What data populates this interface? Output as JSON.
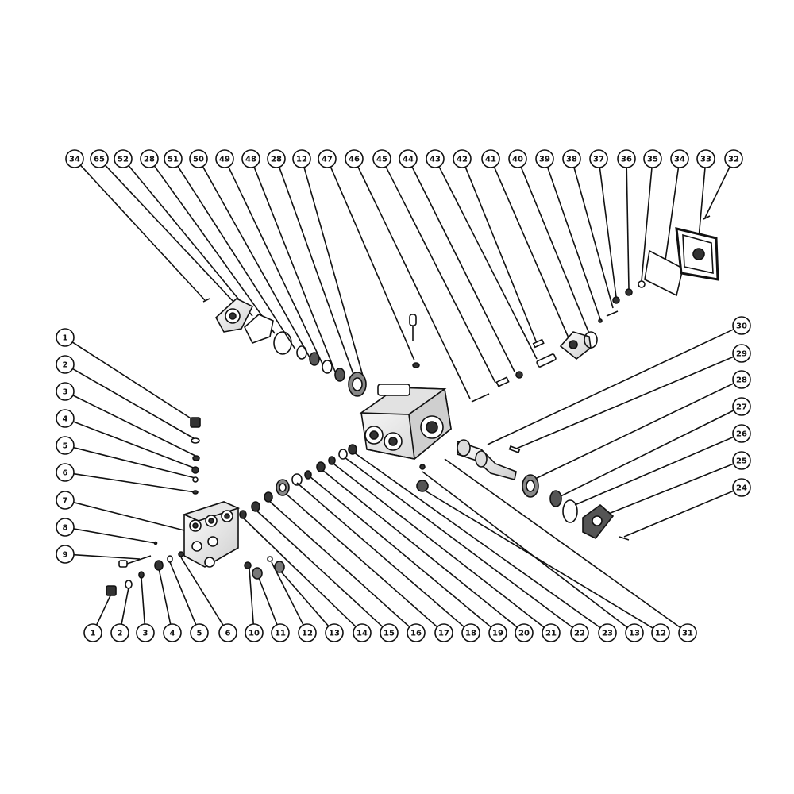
{
  "diagram": {
    "callouts_top": [
      "34",
      "65",
      "52",
      "28",
      "51",
      "50",
      "49",
      "48",
      "28",
      "12",
      "47",
      "46",
      "45",
      "44",
      "43",
      "42",
      "41",
      "40",
      "39",
      "38",
      "37",
      "36",
      "35",
      "34",
      "33",
      "32"
    ],
    "callouts_left": [
      "1",
      "2",
      "3",
      "4",
      "5",
      "6",
      "7",
      "8",
      "9"
    ],
    "callouts_right": [
      "30",
      "29",
      "28",
      "27",
      "26",
      "25",
      "24"
    ],
    "callouts_bottom": [
      "1",
      "2",
      "3",
      "4",
      "5",
      "6",
      "10",
      "11",
      "12",
      "13",
      "14",
      "15",
      "16",
      "17",
      "18",
      "19",
      "20",
      "21",
      "22",
      "23",
      "13",
      "12",
      "31"
    ]
  }
}
